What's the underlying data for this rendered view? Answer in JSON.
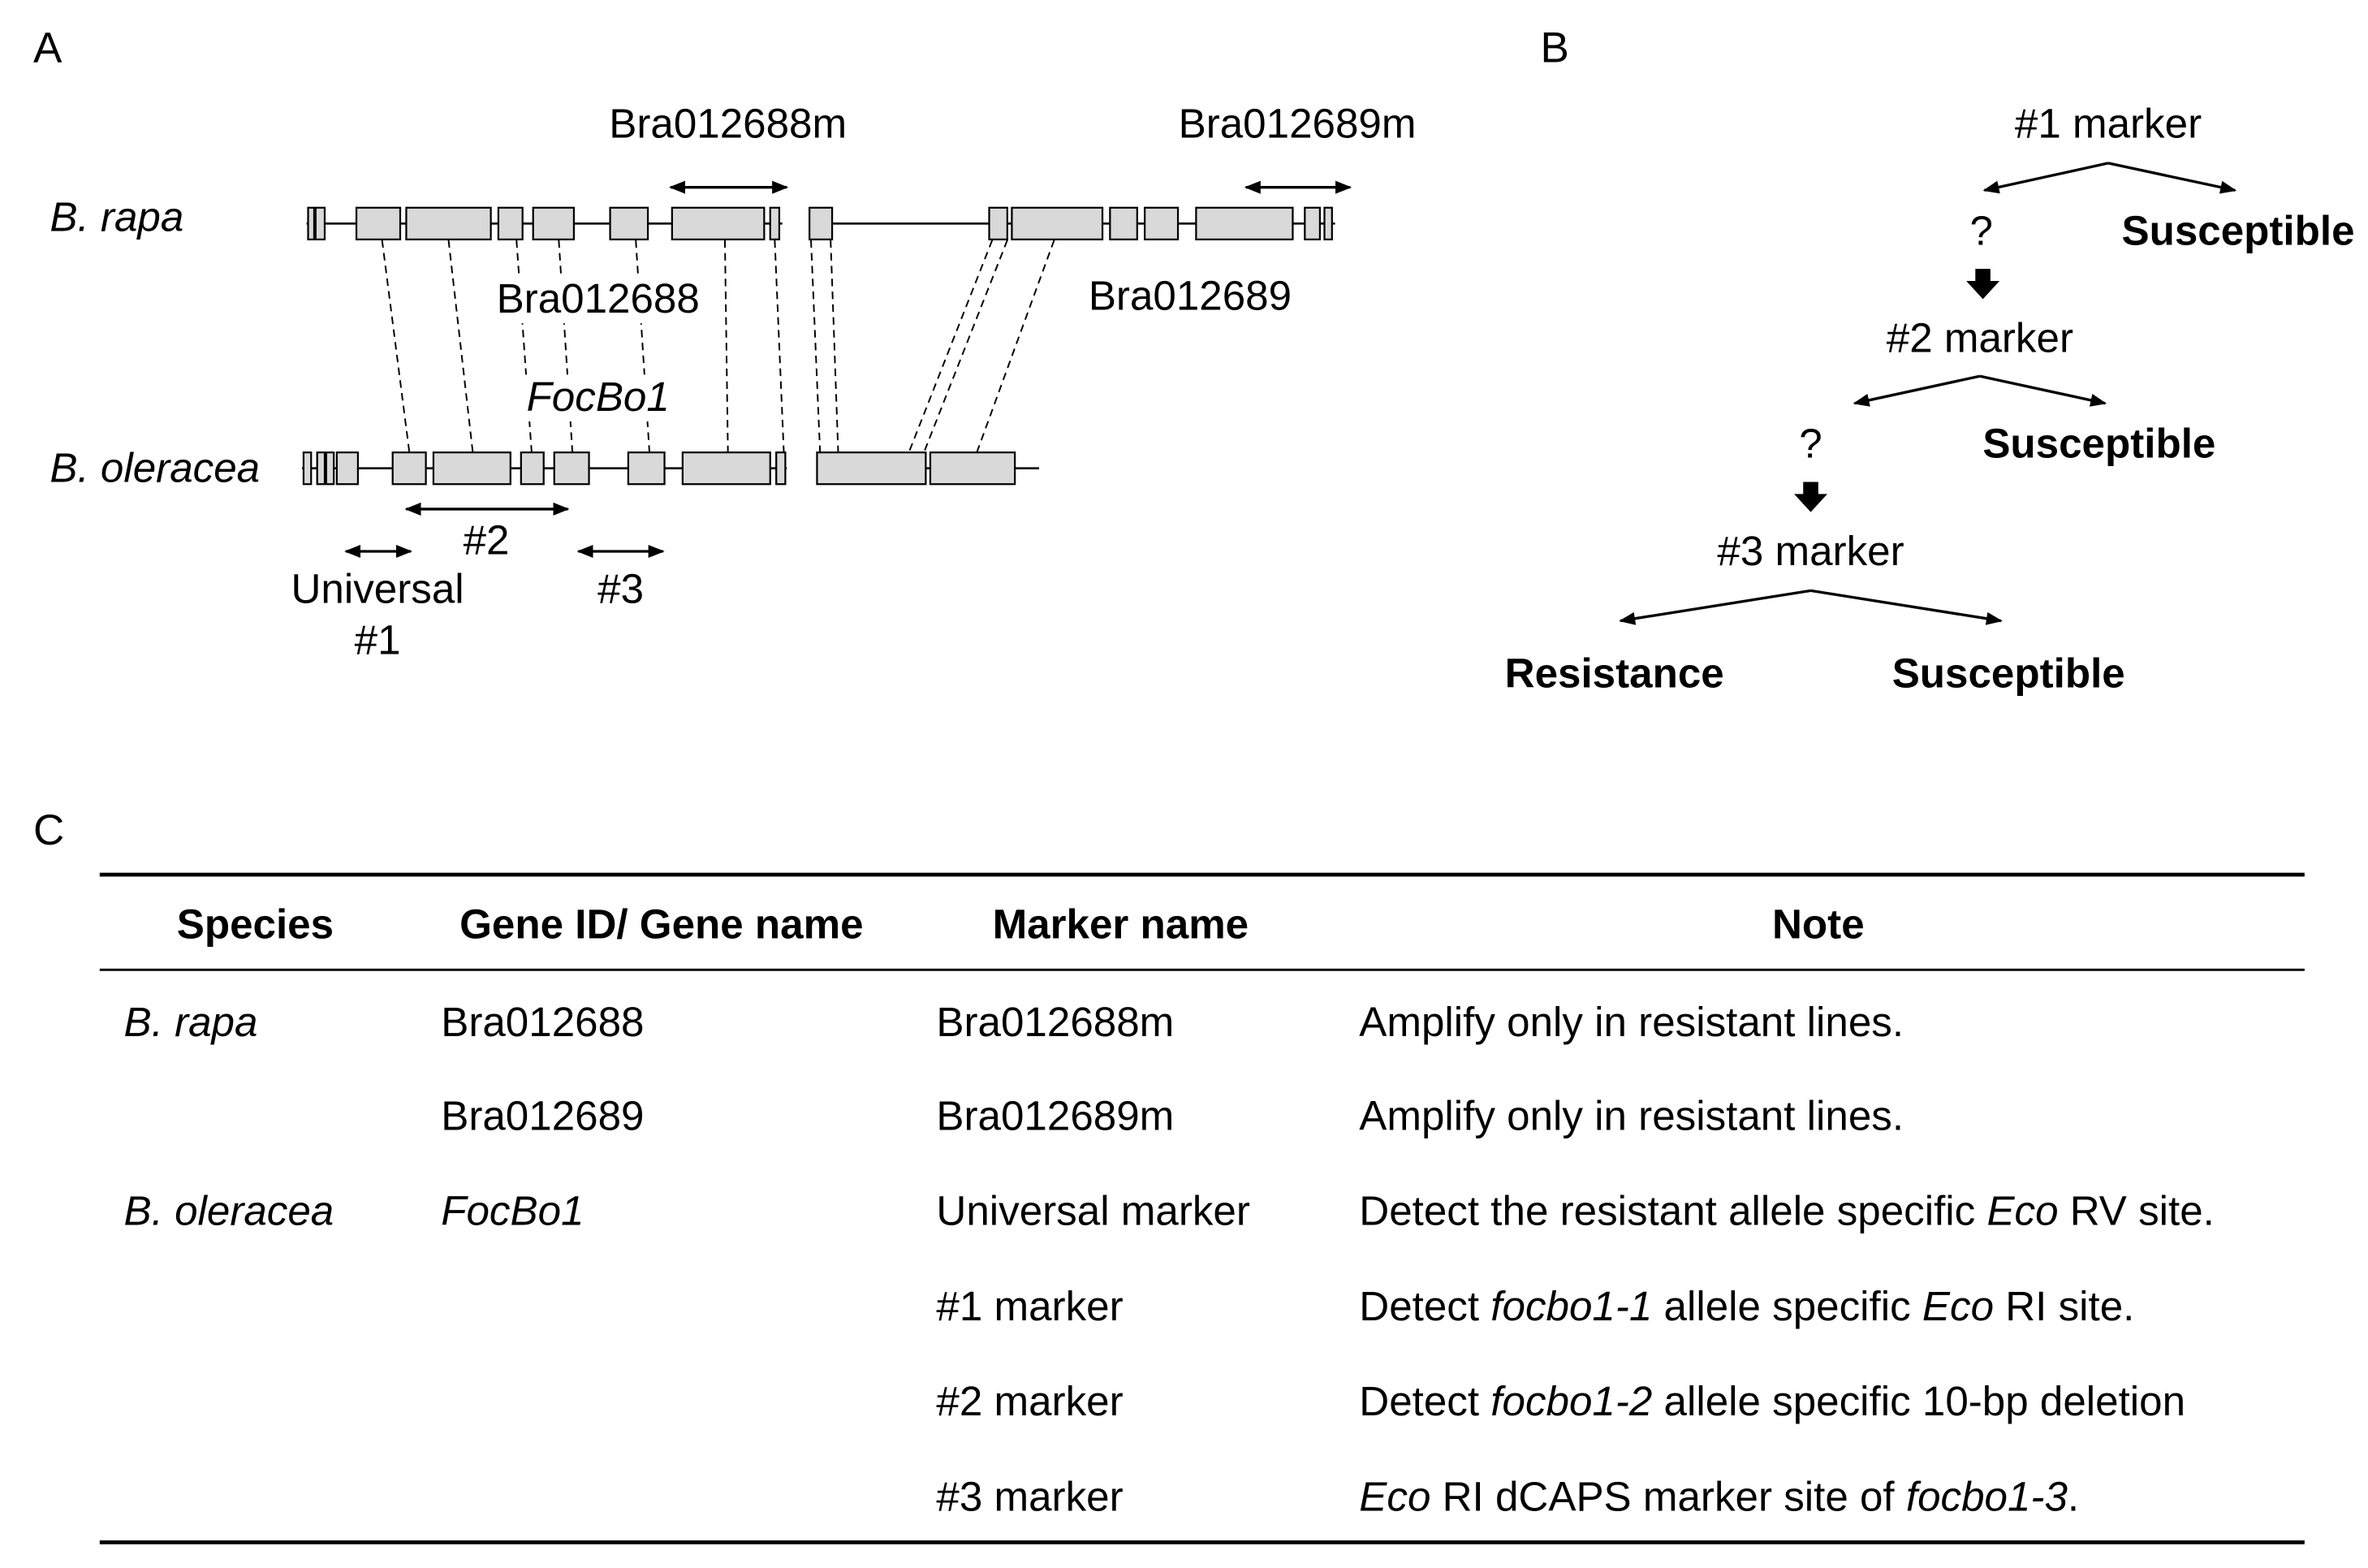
{
  "panel_labels": {
    "a": "A",
    "b": "B",
    "c": "C"
  },
  "panel_a": {
    "species_rapa": "B. rapa",
    "species_oleracea": "B. oleracea",
    "gene_rapa_1": "Bra012688",
    "gene_rapa_2": "Bra012689",
    "gene_oleracea": "FocBo1",
    "marker_rapa_1": "Bra012688m",
    "marker_rapa_2": "Bra012689m",
    "marker_universal": [
      "Universal",
      "#1"
    ],
    "marker_2": "#2",
    "marker_3": "#3"
  },
  "panel_b": {
    "steps": [
      {
        "marker": "#1 marker",
        "left": "?",
        "right": "Susceptible"
      },
      {
        "marker": "#2 marker",
        "left": "?",
        "right": "Susceptible"
      },
      {
        "marker": "#3 marker",
        "left": "Resistance",
        "right": "Susceptible"
      }
    ]
  },
  "panel_c": {
    "headers": [
      "Species",
      "Gene ID/ Gene name",
      "Marker name",
      "Note"
    ],
    "rows": [
      {
        "species": "B. rapa",
        "gene": "Bra012688",
        "marker": "Bra012688m",
        "note": [
          "Amplify only in resistant lines."
        ]
      },
      {
        "gene": "Bra012689",
        "marker": "Bra012689m",
        "note": [
          "Amplify only in resistant lines."
        ]
      },
      {
        "species": "B. oleracea",
        "gene": "FocBo1",
        "marker": "Universal marker",
        "note": [
          "Detect the resistant allele specific ",
          "Eco",
          " RV site."
        ]
      },
      {
        "marker": "#1 marker",
        "note": [
          "Detect ",
          "focbo1-1",
          " allele specific ",
          "Eco",
          " RI site."
        ]
      },
      {
        "marker": "#2 marker",
        "note": [
          "Detect ",
          "focbo1-2",
          " allele specific 10-bp deletion"
        ]
      },
      {
        "marker": "#3 marker",
        "note": [
          "Eco",
          " RI dCAPS marker site of ",
          "focbo1-3",
          "."
        ]
      }
    ]
  },
  "colors": {
    "exon_fill": "#d9d9d9",
    "line": "#000000",
    "text": "#000000"
  }
}
